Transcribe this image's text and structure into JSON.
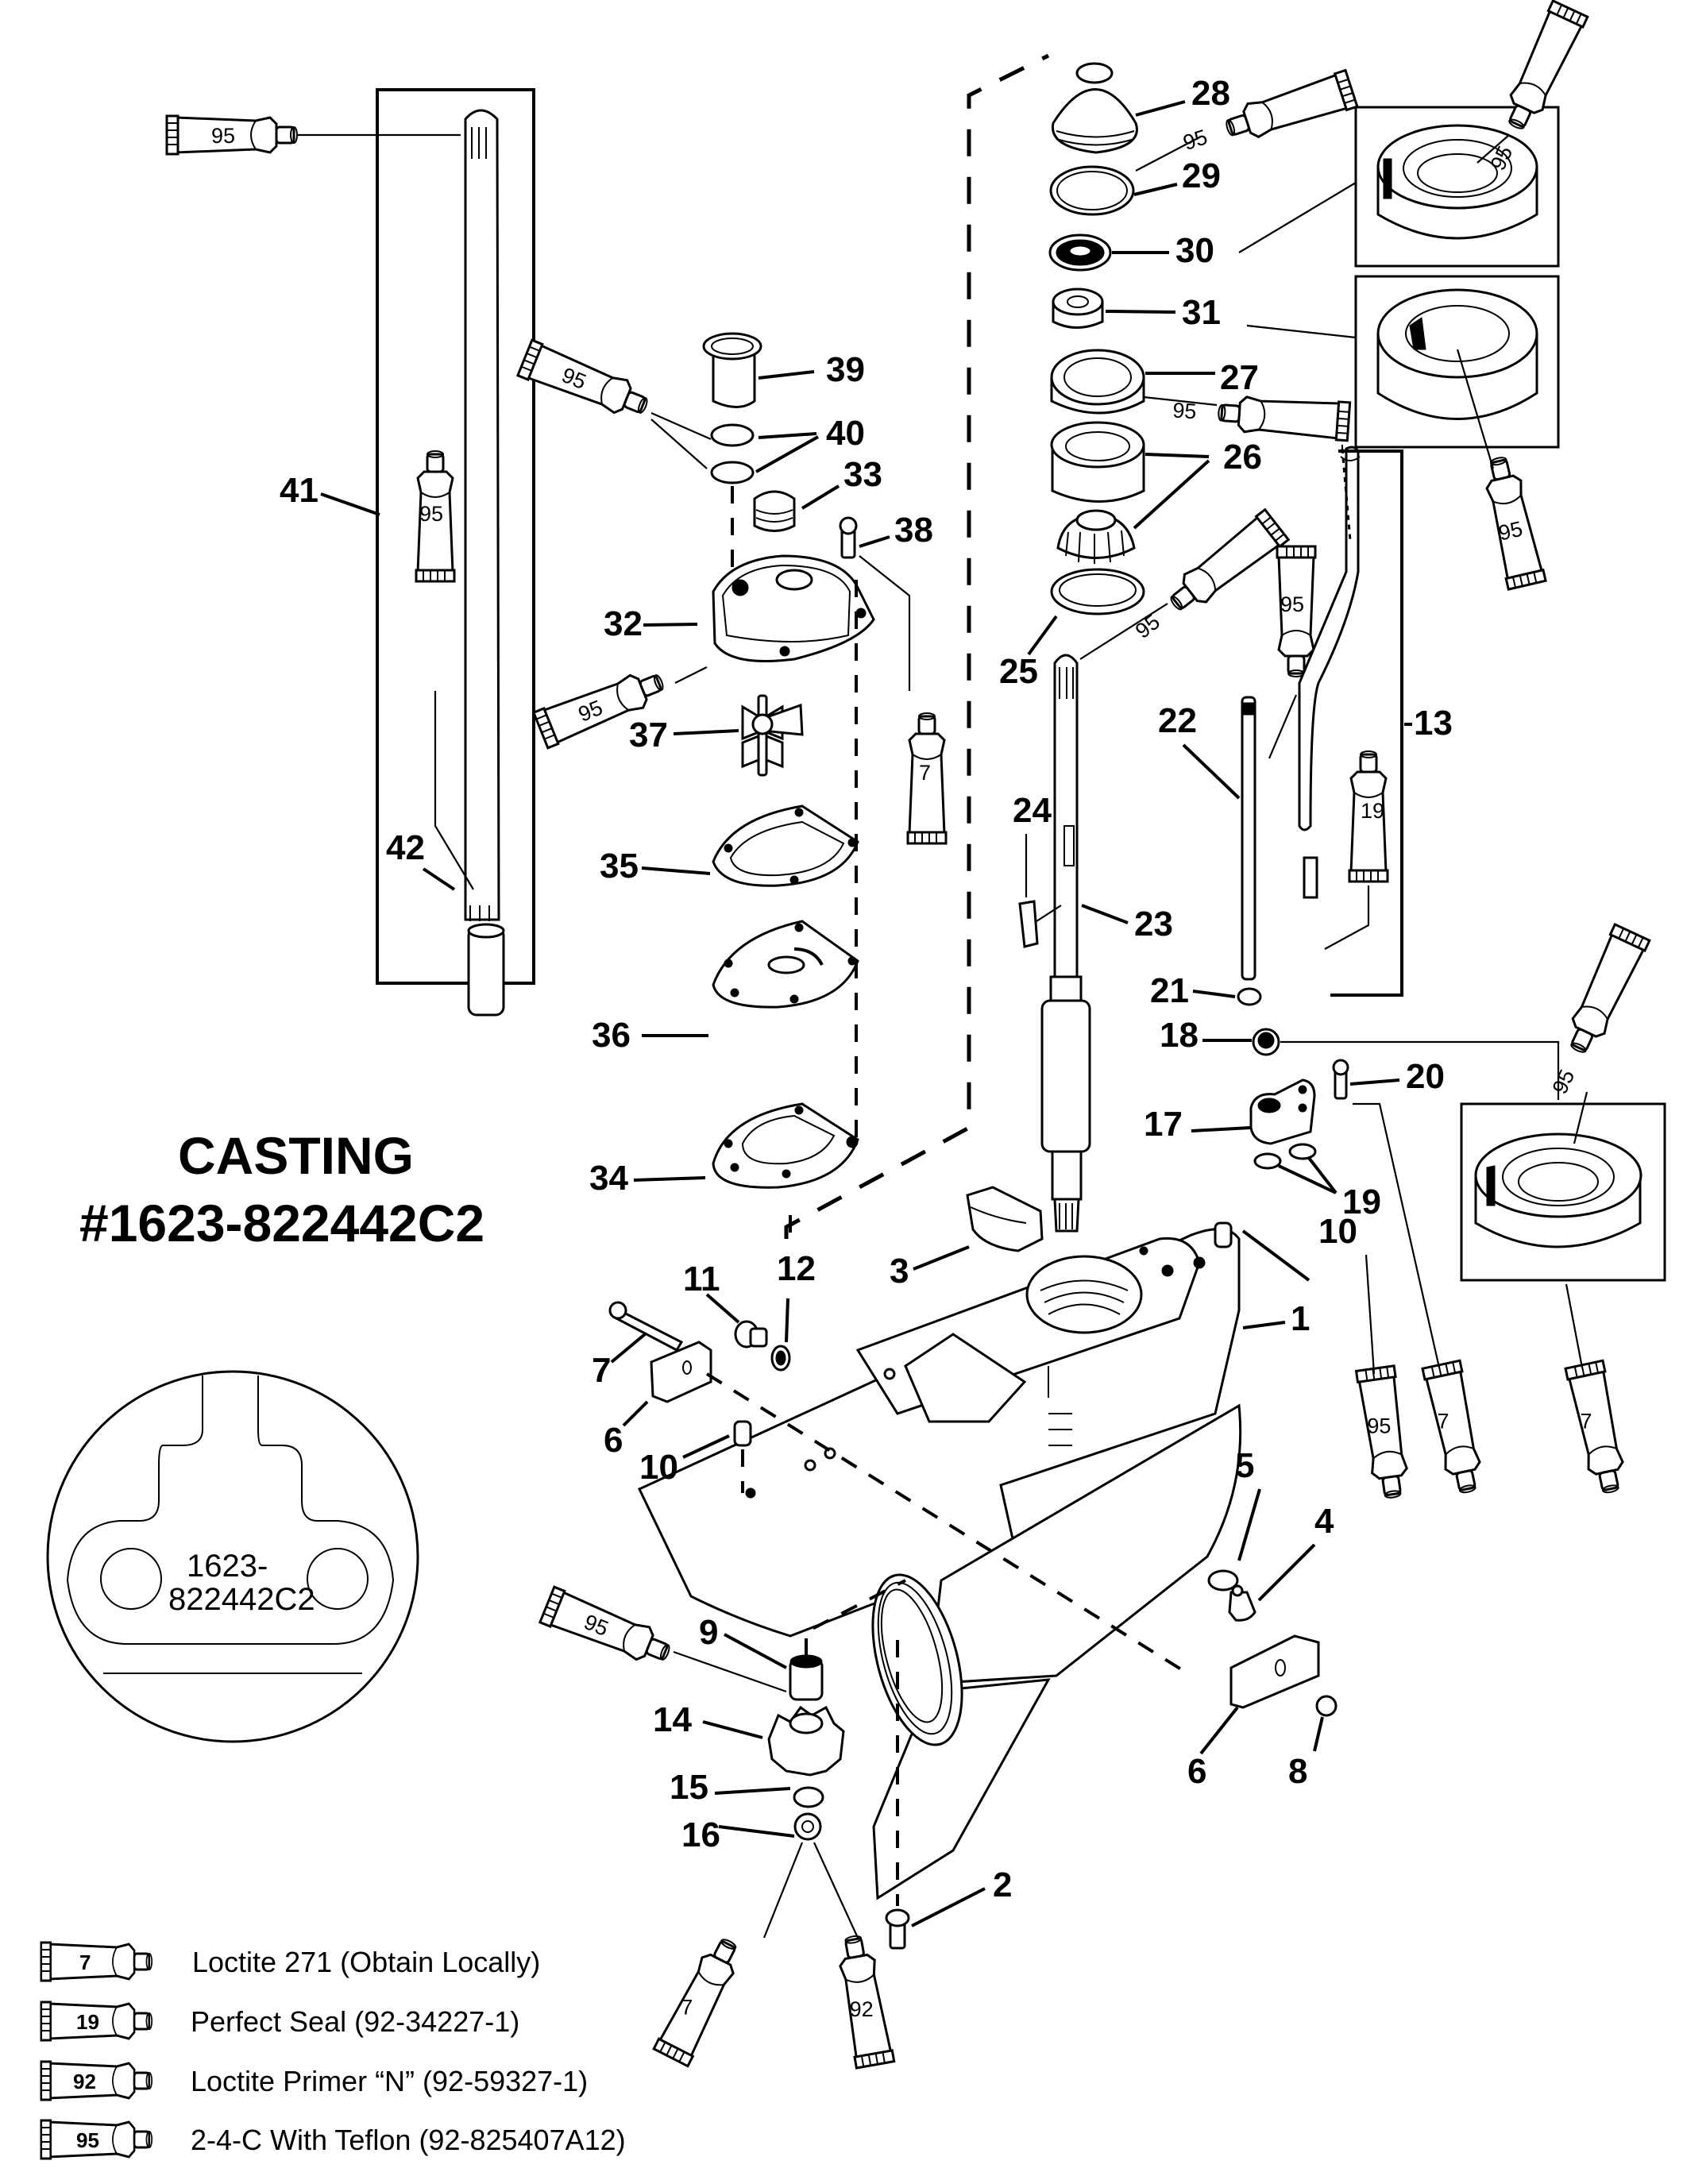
{
  "title_block": {
    "line1": "CASTING",
    "line2": "#1623-822442C2"
  },
  "casting_detail": {
    "line1": "1623-",
    "line2": "822442C2"
  },
  "legend": [
    {
      "code": "7",
      "text": "Loctite 271 (Obtain Locally)"
    },
    {
      "code": "19",
      "text": "Perfect Seal (92-34227-1)"
    },
    {
      "code": "92",
      "text": "Loctite Primer “N” (92-59327-1)"
    },
    {
      "code": "95",
      "text": "2-4-C  With Teflon (92-825407A12)"
    }
  ],
  "parts": {
    "p1": "1",
    "p2": "2",
    "p3": "3",
    "p4": "4",
    "p5": "5",
    "p6a": "6",
    "p6b": "6",
    "p7": "7",
    "p8": "8",
    "p9": "9",
    "p10a": "10",
    "p10b": "10",
    "p11": "11",
    "p12": "12",
    "p13": "13",
    "p14": "14",
    "p15": "15",
    "p16": "16",
    "p17": "17",
    "p18": "18",
    "p19": "19",
    "p20": "20",
    "p21": "21",
    "p22": "22",
    "p23": "23",
    "p24": "24",
    "p25": "25",
    "p26": "26",
    "p27": "27",
    "p28": "28",
    "p29": "29",
    "p30": "30",
    "p31": "31",
    "p32": "32",
    "p33": "33",
    "p34": "34",
    "p35": "35",
    "p36": "36",
    "p37": "37",
    "p38": "38",
    "p39": "39",
    "p40": "40",
    "p41": "41",
    "p42": "42"
  },
  "sealant_tubes": {
    "t_top_left": "95",
    "t_41_side": "95",
    "t_42": "95",
    "t_32_below": "95",
    "t_38": "7",
    "t_28": "95",
    "t_30": "95",
    "t_27": "95",
    "t_31": "95",
    "t_23": "95",
    "t_22": "95",
    "t_13": "19",
    "t_18": "95",
    "t_19": "95",
    "t_20": "7",
    "t_seal_lower": "7",
    "t_9": "95",
    "t_16a": "7",
    "t_16b": "92"
  }
}
